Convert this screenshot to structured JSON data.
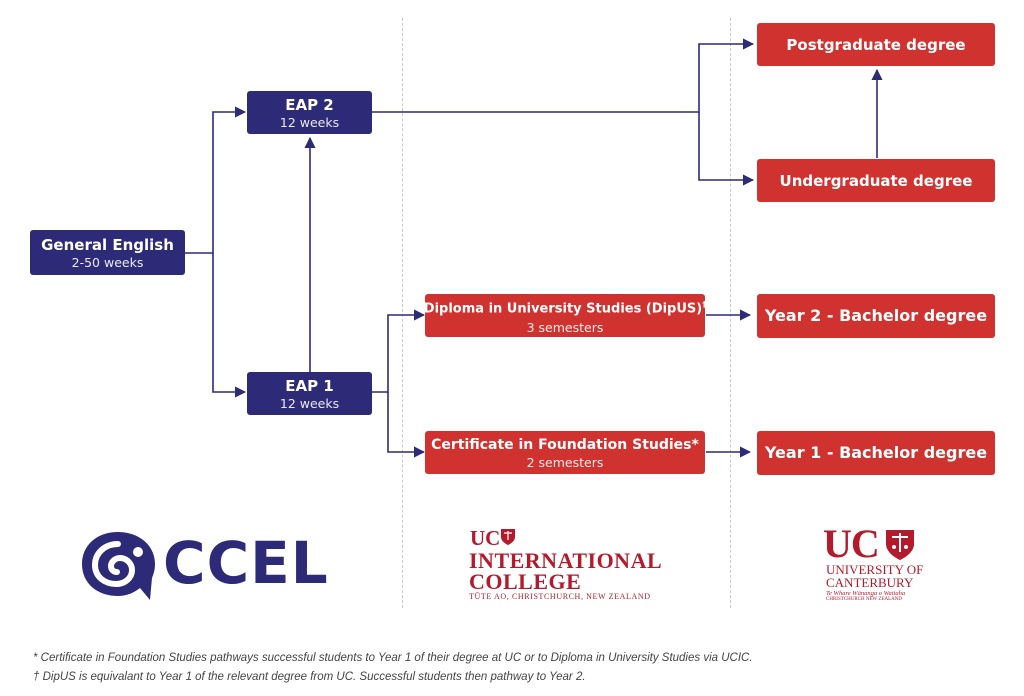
{
  "nodes": {
    "general_english": {
      "title": "General English",
      "subtitle": "2-50 weeks"
    },
    "eap2": {
      "title": "EAP 2",
      "subtitle": "12 weeks"
    },
    "eap1": {
      "title": "EAP 1",
      "subtitle": "12 weeks"
    },
    "dipus": {
      "title": "Diploma in University Studies (DipUS)",
      "title_mark": "†",
      "subtitle": "3 semesters"
    },
    "cfs": {
      "title": "Certificate in Foundation Studies*",
      "subtitle": "2 semesters"
    },
    "postgraduate": {
      "title": "Postgraduate degree"
    },
    "undergraduate": {
      "title": "Undergraduate degree"
    },
    "year2": {
      "title": "Year 2 - Bachelor degree"
    },
    "year1": {
      "title": "Year 1 - Bachelor degree"
    }
  },
  "logos": {
    "ccel": {
      "text": "CCEL",
      "icon": "ccel-koru-icon"
    },
    "ucic": {
      "mark": "UC",
      "line1": "INTERNATIONAL",
      "line2": "COLLEGE",
      "line3": "TŪTE AO, CHRISTCHURCH, NEW ZEALAND",
      "crest": "uc-crest-icon"
    },
    "ucan": {
      "mark": "UC",
      "line1": "UNIVERSITY OF",
      "line2": "CANTERBURY",
      "line3": "Te Whare Wānanga o Waitaha",
      "line4": "CHRISTCHURCH NEW ZEALAND",
      "crest": "uc-crest-icon"
    }
  },
  "footnotes": [
    "* Certificate in Foundation Studies pathways successful students to Year 1 of their degree at UC or to Diploma in University Studies via UCIC.",
    "† DipUS is equivalant to Year 1 of the relevant degree from UC. Successful students then pathway to Year 2."
  ],
  "colors": {
    "navy": "#2d2a78",
    "red": "#d0332f",
    "logo_red": "#b31b2c"
  }
}
